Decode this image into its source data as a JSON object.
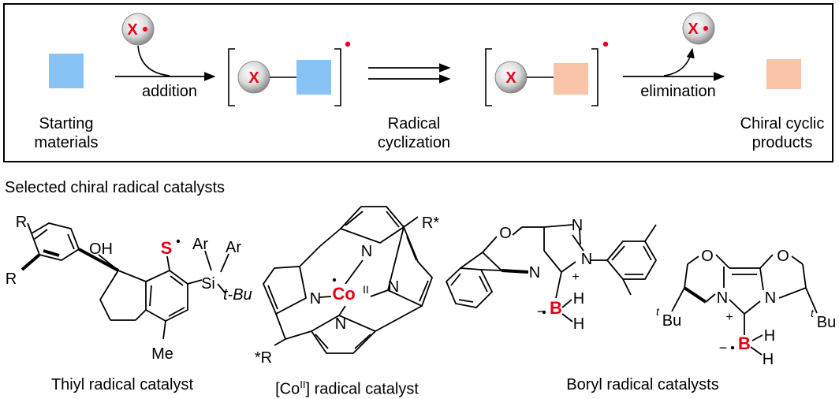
{
  "scheme": {
    "radical_symbol": "X",
    "starting_materials_label": "Starting\nmaterials",
    "addition_label": "addition",
    "cyclization_label": "Radical\ncyclization",
    "elimination_label": "elimination",
    "products_label": "Chiral cyclic\nproducts"
  },
  "catalysts_heading": "Selected chiral radical catalysts",
  "catalysts": {
    "thiyl_label": "Thiyl radical catalyst",
    "cobalt_label_prefix": "[Co",
    "cobalt_label_sup": "II",
    "cobalt_label_suffix": "] radical catalyst",
    "boryl_label": "Boryl radical catalysts"
  },
  "atoms": {
    "R": "R",
    "OH": "OH",
    "S": "S",
    "Si": "Si",
    "Ar": "Ar",
    "tBu": "t-Bu",
    "Me": "Me",
    "N": "N",
    "Co": "Co",
    "II": "II",
    "Rstar": "R*",
    "starR": "*R",
    "O": "O",
    "B": "B",
    "H": "H",
    "plus": "+",
    "minus": "−",
    "tBu_sup": "t",
    "Bu": "Bu"
  },
  "colors": {
    "blue_square": "#87c3f5",
    "peach_square": "#f9c4a8",
    "radical_red": "#e8001c",
    "hetero_red": "#e60012"
  }
}
